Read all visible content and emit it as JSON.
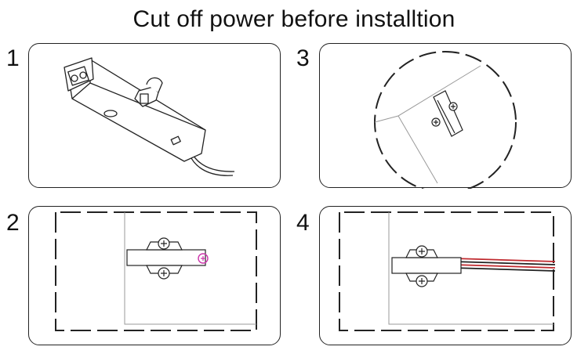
{
  "header": {
    "title": "Cut off power before installtion"
  },
  "steps": [
    {
      "number": "1",
      "device": "sensor-light-bar"
    },
    {
      "number": "2",
      "device": "mounting-clip-screws"
    },
    {
      "number": "3",
      "device": "clip-zoom-detail"
    },
    {
      "number": "4",
      "device": "wired-connector"
    }
  ],
  "colors": {
    "line": "#222222",
    "thin": "#9a9a9a",
    "marker": "#cc33aa",
    "wire_red": "#c0282d",
    "wire_black": "#222222"
  }
}
